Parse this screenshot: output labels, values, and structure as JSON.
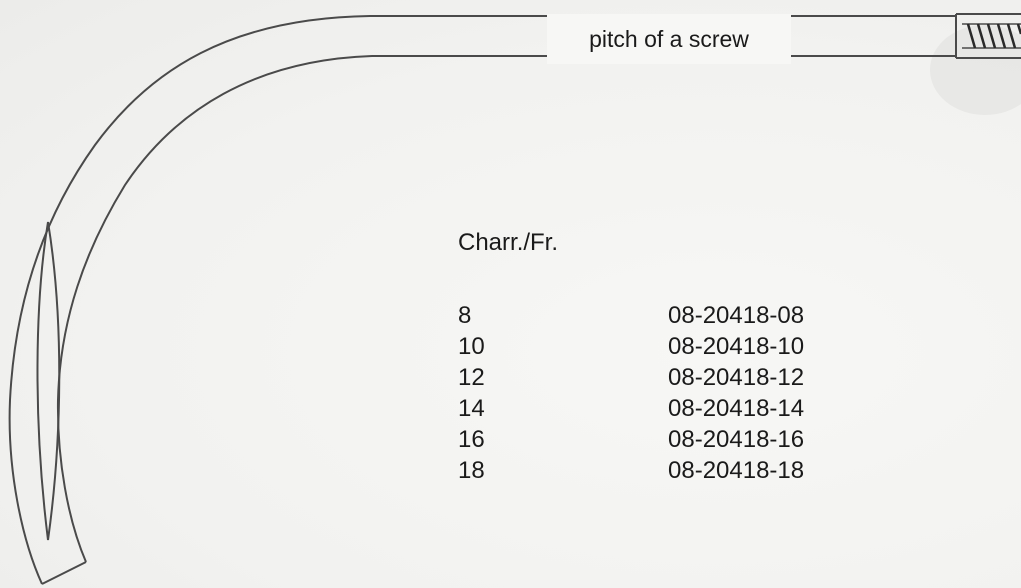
{
  "diagram": {
    "screw_label": "pitch of a screw"
  },
  "table": {
    "header": "Charr./Fr.",
    "rows": [
      {
        "size": "8",
        "code": "08-20418-08"
      },
      {
        "size": "10",
        "code": "08-20418-10"
      },
      {
        "size": "12",
        "code": "08-20418-12"
      },
      {
        "size": "14",
        "code": "08-20418-14"
      },
      {
        "size": "16",
        "code": "08-20418-16"
      },
      {
        "size": "18",
        "code": "08-20418-18"
      }
    ]
  }
}
